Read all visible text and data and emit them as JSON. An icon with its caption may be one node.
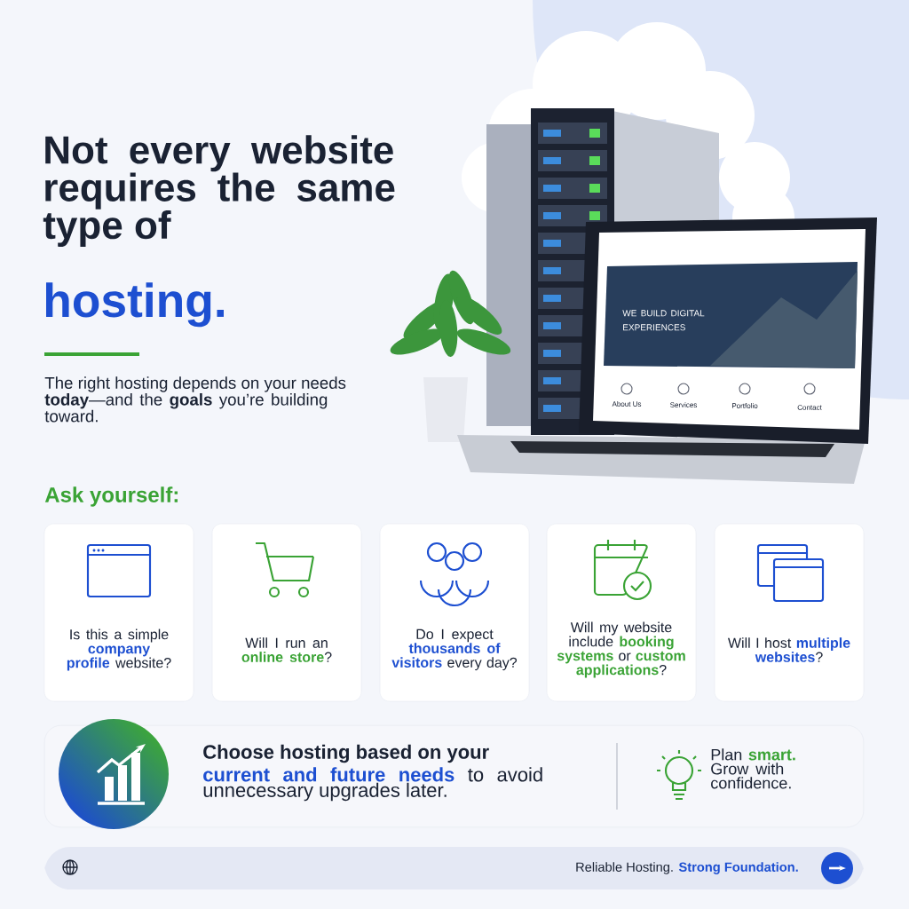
{
  "diagram": {
    "nodes": [
      {
        "text": [
          "Is this a simple **company profile** website?"
        ]
      },
      {
        "text": [
          "Will I run an **online store**?"
        ]
      },
      {
        "text": [
          "Do I expect **thousands of visitors** every day?"
        ]
      },
      {
        "text": [
          "Will my website include **booking systems** or **custom applications**?"
        ]
      },
      {
        "text": [
          "Will I host **multiple websites**?"
        ]
      },
      {
        "text": [
          "Choose hosting based on your",
          "**current and future needs** to avoid unnecessary upgrades later.",
          "Plan **smart.** Grow with confidence."
        ]
      },
      {
        "text": [
          "Reliable Hosting. **Strong Foundation.**"
        ]
      }
    ],
    "edges": [],
    "labels": [
      "Not every website requires the same type of",
      "hosting.",
      "The right hosting depends on your needs **today**—and the **goals** you’re building toward.",
      "Ask yourself:",
      "WE BUILD DIGITAL EXPERIENCES",
      "About Us",
      "Services",
      "Portfolio",
      "Contact"
    ]
  }
}
